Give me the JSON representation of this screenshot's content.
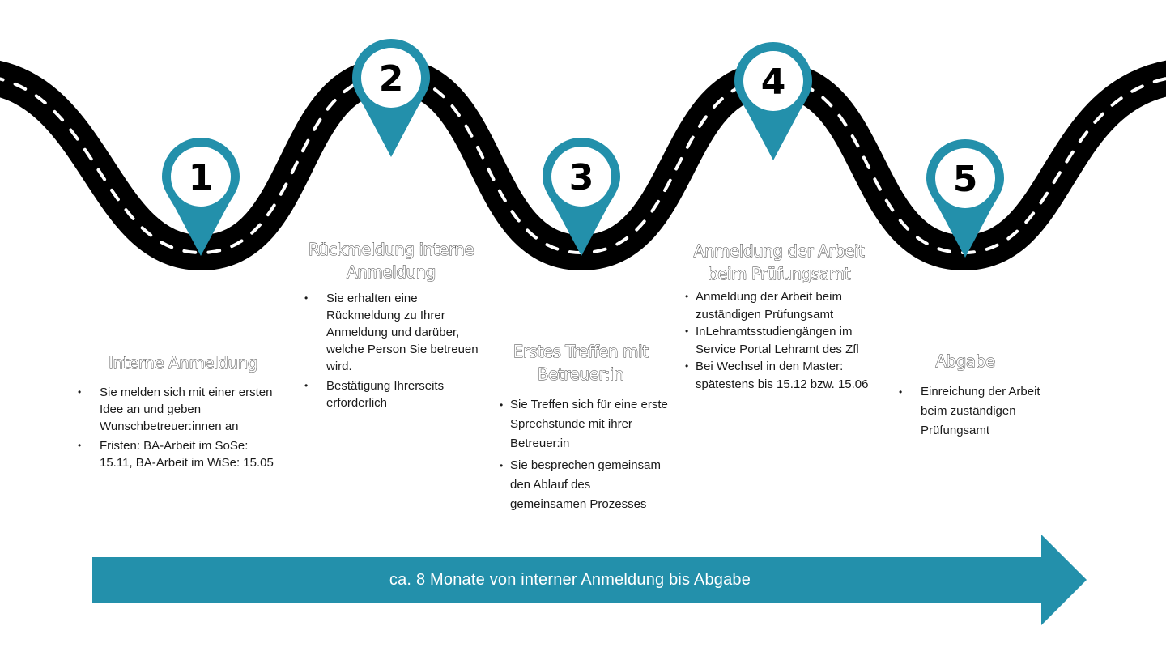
{
  "colors": {
    "accent": "#2390ab",
    "road": "#000000",
    "road_marking": "#ffffff",
    "text": "#1a1a1a"
  },
  "pins": [
    {
      "number": "1",
      "icon": "map-pin-icon"
    },
    {
      "number": "2",
      "icon": "map-pin-icon"
    },
    {
      "number": "3",
      "icon": "map-pin-icon"
    },
    {
      "number": "4",
      "icon": "map-pin-icon"
    },
    {
      "number": "5",
      "icon": "map-pin-icon"
    }
  ],
  "steps": [
    {
      "title_lines": [
        "Interne Anmeldung"
      ],
      "bullets": [
        [
          "Sie melden sich mit einer ersten",
          "Idee an und geben",
          "Wunschbetreuer:innen an"
        ],
        [
          "Fristen: BA-Arbeit im SoSe:",
          "15.11, BA-Arbeit im WiSe: 15.05"
        ]
      ]
    },
    {
      "title_lines": [
        "Rückmeldung interne",
        "Anmeldung"
      ],
      "bullets": [
        [
          "Sie erhalten eine",
          "Rückmeldung zu Ihrer",
          "Anmeldung und darüber,",
          "welche Person Sie betreuen",
          "wird."
        ],
        [
          "Bestätigung Ihrerseits",
          "erforderlich"
        ]
      ]
    },
    {
      "title_lines": [
        "Erstes Treffen mit",
        "Betreuer:in"
      ],
      "bullets": [
        [
          "Sie Treffen sich für eine erste",
          "Sprechstunde mit ihrer",
          "Betreuer:in"
        ],
        [
          "Sie besprechen gemeinsam",
          "den Ablauf des",
          "gemeinsamen Prozesses"
        ]
      ]
    },
    {
      "title_lines": [
        "Anmeldung der Arbeit",
        "beim Prüfungsamt"
      ],
      "bullets": [
        [
          "Anmeldung der Arbeit beim",
          "zuständigen Prüfungsamt"
        ],
        [
          "InLehramtsstudiengängen im",
          "Service Portal Lehramt des Zfl"
        ],
        [
          "Bei Wechsel in den Master:",
          "spätestens bis 15.12 bzw. 15.06"
        ]
      ]
    },
    {
      "title_lines": [
        "Abgabe"
      ],
      "bullets": [
        [
          "Einreichung der Arbeit",
          "beim zuständigen",
          "Prüfungsamt"
        ]
      ]
    }
  ],
  "timeline_arrow": {
    "label": "ca. 8  Monate von interner Anmeldung bis Abgabe"
  }
}
